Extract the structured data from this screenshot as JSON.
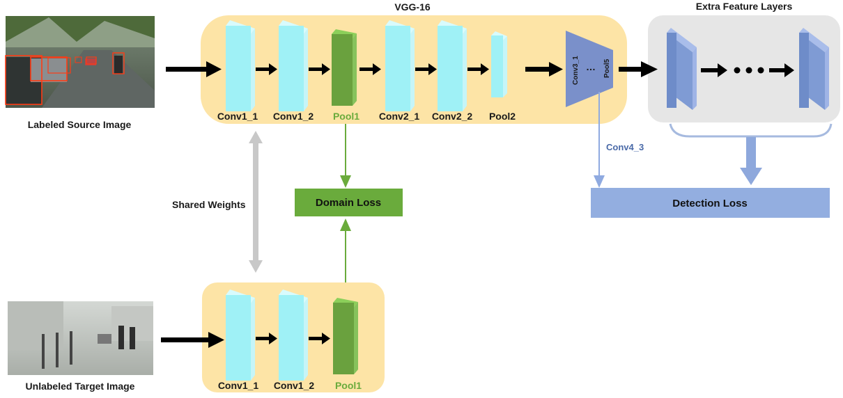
{
  "title_vgg": "VGG-16",
  "title_extra": "Extra Feature Layers",
  "source_label": "Labeled Source Image",
  "target_label": "Unlabeled Target Image",
  "shared_weights": "Shared Weights",
  "domain_loss": "Domain Loss",
  "detection_loss": "Detection Loss",
  "conv4_3": "Conv4_3",
  "top_layers": [
    "Conv1_1",
    "Conv1_2",
    "Pool1",
    "Conv2_1",
    "Conv2_2",
    "Pool2"
  ],
  "bottom_layers": [
    "Conv1_1",
    "Conv1_2",
    "Pool1"
  ],
  "trapezoid_left": "Conv3_1",
  "trapezoid_dots": "…",
  "trapezoid_right": "Pool5",
  "colors": {
    "vgg_panel": "#fde4a6",
    "extra_panel": "#e6e6e6",
    "conv_block": "#9ff1f6",
    "pool_block": "#6aa13e",
    "extra_block": "#7f9bd4",
    "domain_loss": "#6aab3c",
    "detection_loss": "#93aee0",
    "gray_arrow": "#c8c8c8"
  }
}
